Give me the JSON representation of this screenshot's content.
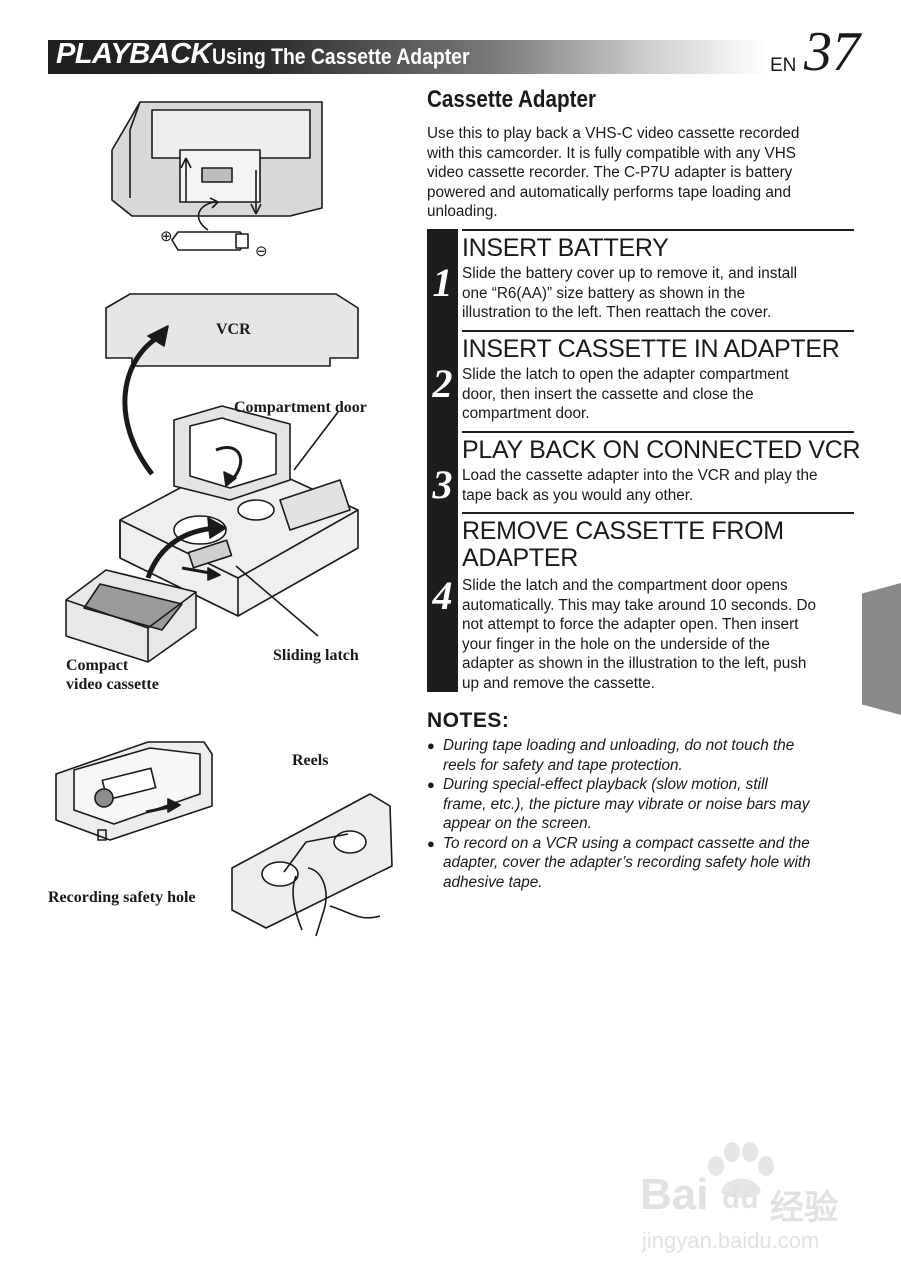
{
  "header": {
    "section": "PLAYBACK",
    "subtitle": "Using The Cassette Adapter",
    "lang": "EN",
    "page": "37"
  },
  "illustration_labels": {
    "vcr": "VCR",
    "compartment_door": "Compartment door",
    "sliding_latch": "Sliding latch",
    "compact_cassette": [
      "Compact",
      "video cassette"
    ],
    "reels": "Reels",
    "recording_safety_hole": "Recording safety hole",
    "plus": "⊕",
    "minus": "⊖"
  },
  "section_title": "Cassette Adapter",
  "intro": [
    "Use this to play back a VHS-C video cassette recorded",
    "with this camcorder. It is fully compatible with any VHS",
    "video cassette recorder. The C-P7U adapter is battery",
    "powered and automatically performs tape loading and",
    "unloading."
  ],
  "steps": [
    {
      "number": "1",
      "title": [
        "INSERT BATTERY"
      ],
      "body": [
        "Slide the battery cover up to remove it, and install",
        "one “R6(AA)” size battery as shown in the",
        "illustration to the left. Then reattach the cover."
      ]
    },
    {
      "number": "2",
      "title": [
        "INSERT CASSETTE IN ADAPTER"
      ],
      "body": [
        "Slide the latch to open the adapter compartment",
        "door, then insert the cassette and close the",
        "compartment door."
      ]
    },
    {
      "number": "3",
      "title": [
        "PLAY BACK ON CONNECTED VCR"
      ],
      "body": [
        "Load the cassette adapter into the VCR and play the",
        "tape back as you would any other."
      ]
    },
    {
      "number": "4",
      "title": [
        "REMOVE CASSETTE FROM",
        "ADAPTER"
      ],
      "body": [
        "Slide the latch and the compartment door opens",
        "automatically. This may take around 10 seconds. Do",
        "not attempt to force the adapter open. Then insert",
        "your finger in the hole on the underside of the",
        "adapter as shown in the illustration to the left, push",
        "up and remove the cassette."
      ]
    }
  ],
  "notes": {
    "title": "NOTES:",
    "bullet": "●",
    "items": [
      [
        "During tape loading and unloading, do not touch the",
        "reels for safety and tape protection."
      ],
      [
        "During special-effect playback (slow motion, still",
        "frame, etc.), the picture may vibrate or noise bars may",
        "appear on the screen."
      ],
      [
        "To record on a VCR using a compact cassette and the",
        "adapter, cover the adapter’s recording safety hole with",
        "adhesive tape."
      ]
    ]
  },
  "watermark": {
    "brand": "Bai",
    "brand2": "du",
    "cn": "经验",
    "url": "jingyan.baidu.com"
  }
}
